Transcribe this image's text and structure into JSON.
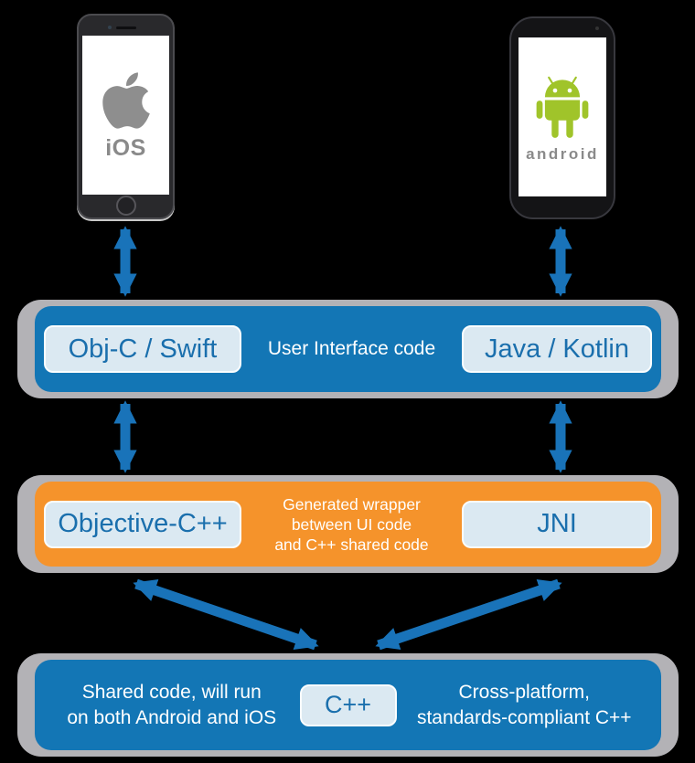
{
  "colors": {
    "band_outline": "#b3b2b6",
    "blue": "#1376b5",
    "orange": "#f5932b",
    "chip_fill": "#dbe9f2",
    "chip_border": "#fafdfe",
    "chip_text": "#1a6fad",
    "arrow": "#1973b9",
    "apple_gray": "#8e8e8e",
    "ios_label_gray": "#8a8a8a",
    "android_green": "#a0c42a",
    "wordmark_gray": "#8a8a8a"
  },
  "phones": {
    "ios": {
      "os_label": "iOS"
    },
    "android": {
      "wordmark": "android"
    }
  },
  "layers": {
    "ui": {
      "left_chip": "Obj-C / Swift",
      "center_label": "User Interface code",
      "right_chip": "Java / Kotlin"
    },
    "wrapper": {
      "left_chip": "Objective-C++",
      "center_lines": [
        "Generated wrapper",
        "between UI code",
        "and C++ shared code"
      ],
      "right_chip": "JNI"
    },
    "shared": {
      "left_lines": [
        "Shared code, will run",
        "on both Android and iOS"
      ],
      "center_chip": "C++",
      "right_lines": [
        "Cross-platform,",
        "standards-compliant C++"
      ]
    }
  }
}
